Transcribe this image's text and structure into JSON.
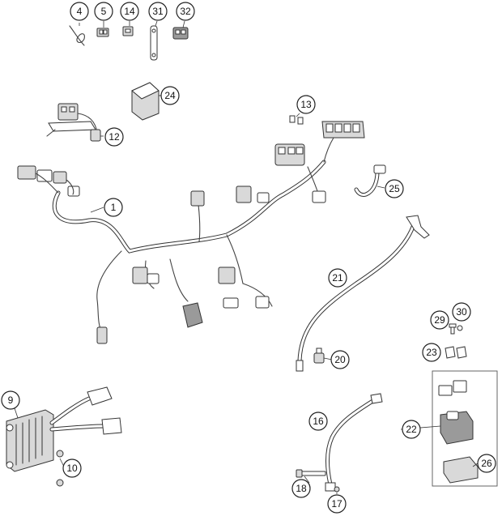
{
  "callouts": [
    {
      "id": "c4",
      "label": "4"
    },
    {
      "id": "c5",
      "label": "5"
    },
    {
      "id": "c14",
      "label": "14"
    },
    {
      "id": "c31",
      "label": "31"
    },
    {
      "id": "c32",
      "label": "32"
    },
    {
      "id": "c24",
      "label": "24"
    },
    {
      "id": "c13",
      "label": "13"
    },
    {
      "id": "c12",
      "label": "12"
    },
    {
      "id": "c1",
      "label": "1"
    },
    {
      "id": "c25",
      "label": "25"
    },
    {
      "id": "c21",
      "label": "21"
    },
    {
      "id": "c29",
      "label": "29"
    },
    {
      "id": "c30",
      "label": "30"
    },
    {
      "id": "c23",
      "label": "23"
    },
    {
      "id": "c20",
      "label": "20"
    },
    {
      "id": "c9",
      "label": "9"
    },
    {
      "id": "c10",
      "label": "10"
    },
    {
      "id": "c16",
      "label": "16"
    },
    {
      "id": "c22",
      "label": "22"
    },
    {
      "id": "c26",
      "label": "26"
    },
    {
      "id": "c18",
      "label": "18"
    },
    {
      "id": "c17",
      "label": "17"
    }
  ]
}
